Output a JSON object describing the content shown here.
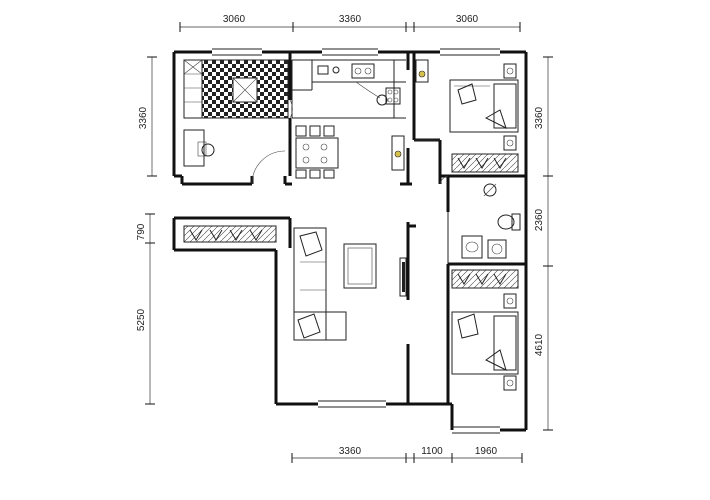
{
  "dimensions": {
    "top": [
      "3060",
      "3360",
      "3060"
    ],
    "bottom": [
      "3360",
      "1100",
      "1960"
    ],
    "left": [
      "3360",
      "790",
      "5250"
    ],
    "right": [
      "3360",
      "2360",
      "4610"
    ]
  }
}
